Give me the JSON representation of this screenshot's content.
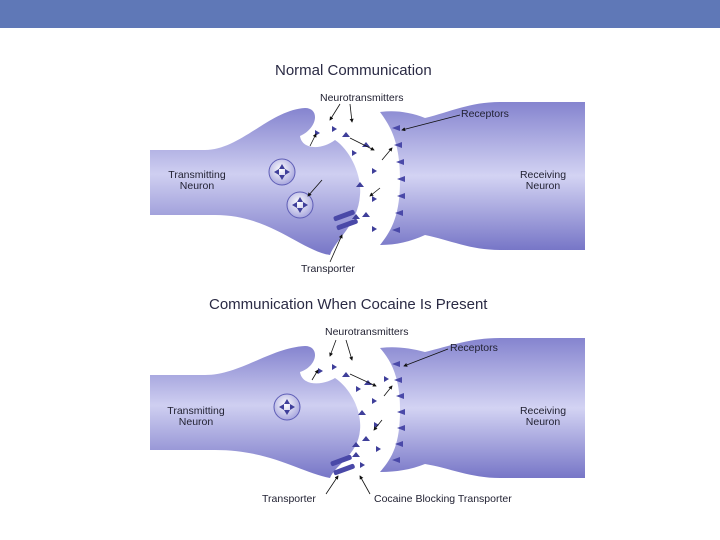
{
  "colors": {
    "top_bar": "#5f78b7",
    "neuron_light": "#c9c9ee",
    "neuron_mid": "#9a99dc",
    "neuron_dark": "#6e6dc2",
    "neurotransmitter": "#3f3f9a"
  },
  "panels": [
    {
      "title": "Normal Communication",
      "labels": {
        "neurotransmitters": "Neurotransmitters",
        "receptors": "Receptors",
        "transmitting_line1": "Transmitting",
        "transmitting_line2": "Neuron",
        "receiving_line1": "Receiving",
        "receiving_line2": "Neuron",
        "transporter": "Transporter"
      }
    },
    {
      "title": "Communication When Cocaine Is Present",
      "labels": {
        "neurotransmitters": "Neurotransmitters",
        "receptors": "Receptors",
        "transmitting_line1": "Transmitting",
        "transmitting_line2": "Neuron",
        "receiving_line1": "Receiving",
        "receiving_line2": "Neuron",
        "transporter": "Transporter",
        "cocaine": "Cocaine Blocking Transporter"
      }
    }
  ]
}
